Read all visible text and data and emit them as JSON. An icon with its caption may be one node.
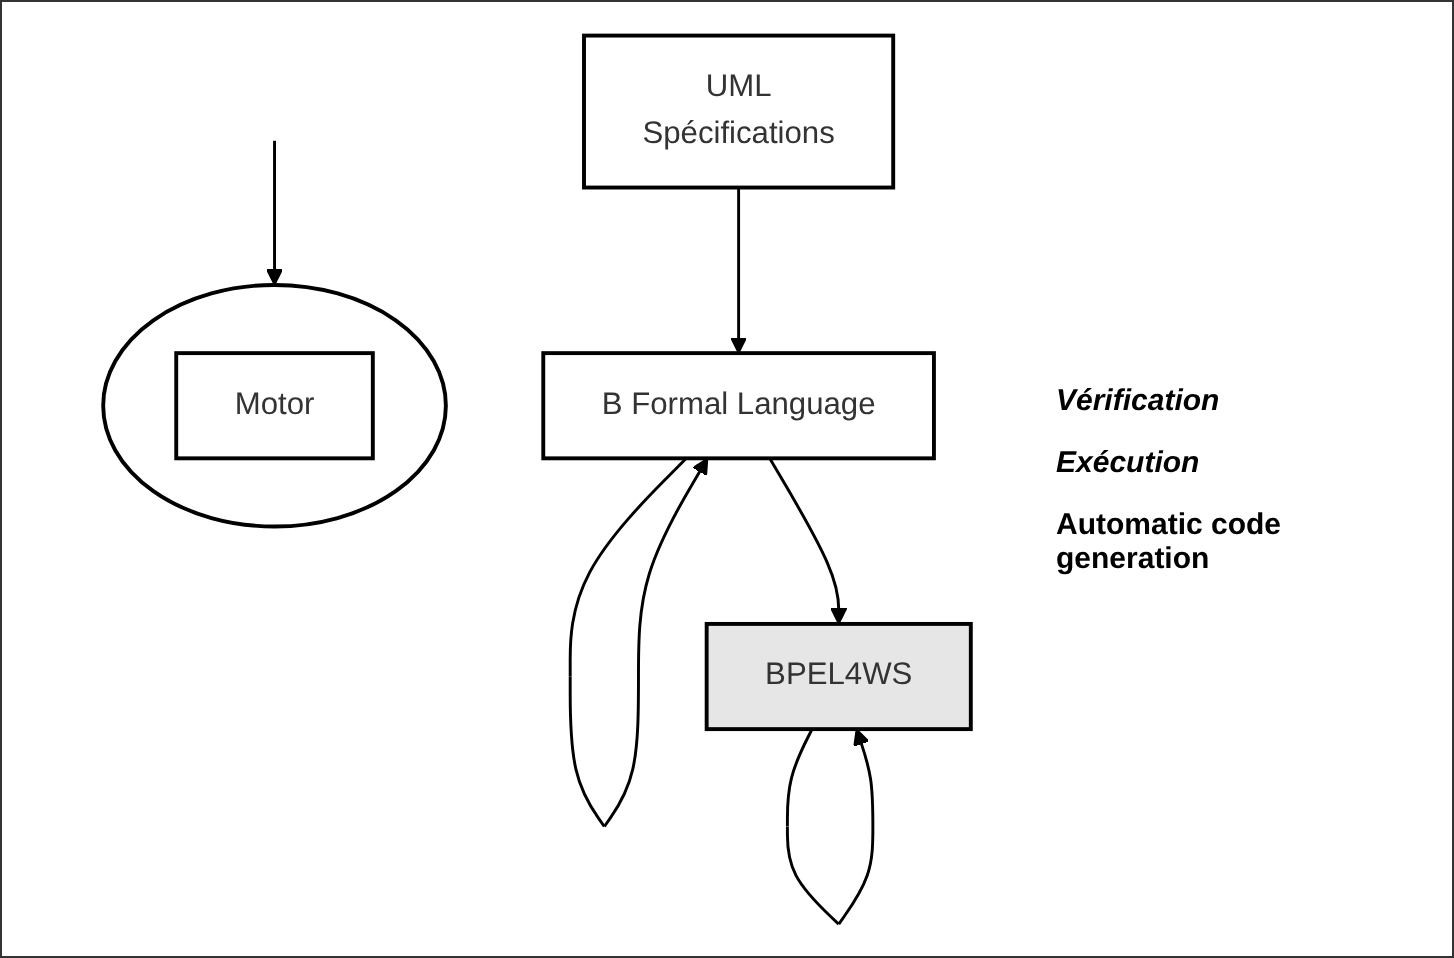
{
  "diagram": {
    "nodes": [
      {
        "text": [],
        "shape": "ellipse"
      },
      {
        "text": [
          "Motor"
        ],
        "in": 0
      },
      {
        "text": [
          "UML",
          "Spécifications"
        ]
      },
      {
        "text": [
          "B Formal Language"
        ]
      },
      {
        "text": [
          "BPEL4WS"
        ]
      }
    ],
    "edges": [
      {
        "from": 2,
        "to": 3,
        "arrow": "to"
      },
      {
        "from": 3,
        "to": 3,
        "arrow": "to"
      },
      {
        "from": 3,
        "to": 4,
        "arrow": "to"
      },
      {
        "from": 4,
        "to": 4,
        "arrow": "to"
      },
      {
        "from": null,
        "to": 0,
        "arrow": "to"
      }
    ],
    "labels": [
      "Vérification",
      "Exécution",
      "Automatic code generation"
    ]
  }
}
